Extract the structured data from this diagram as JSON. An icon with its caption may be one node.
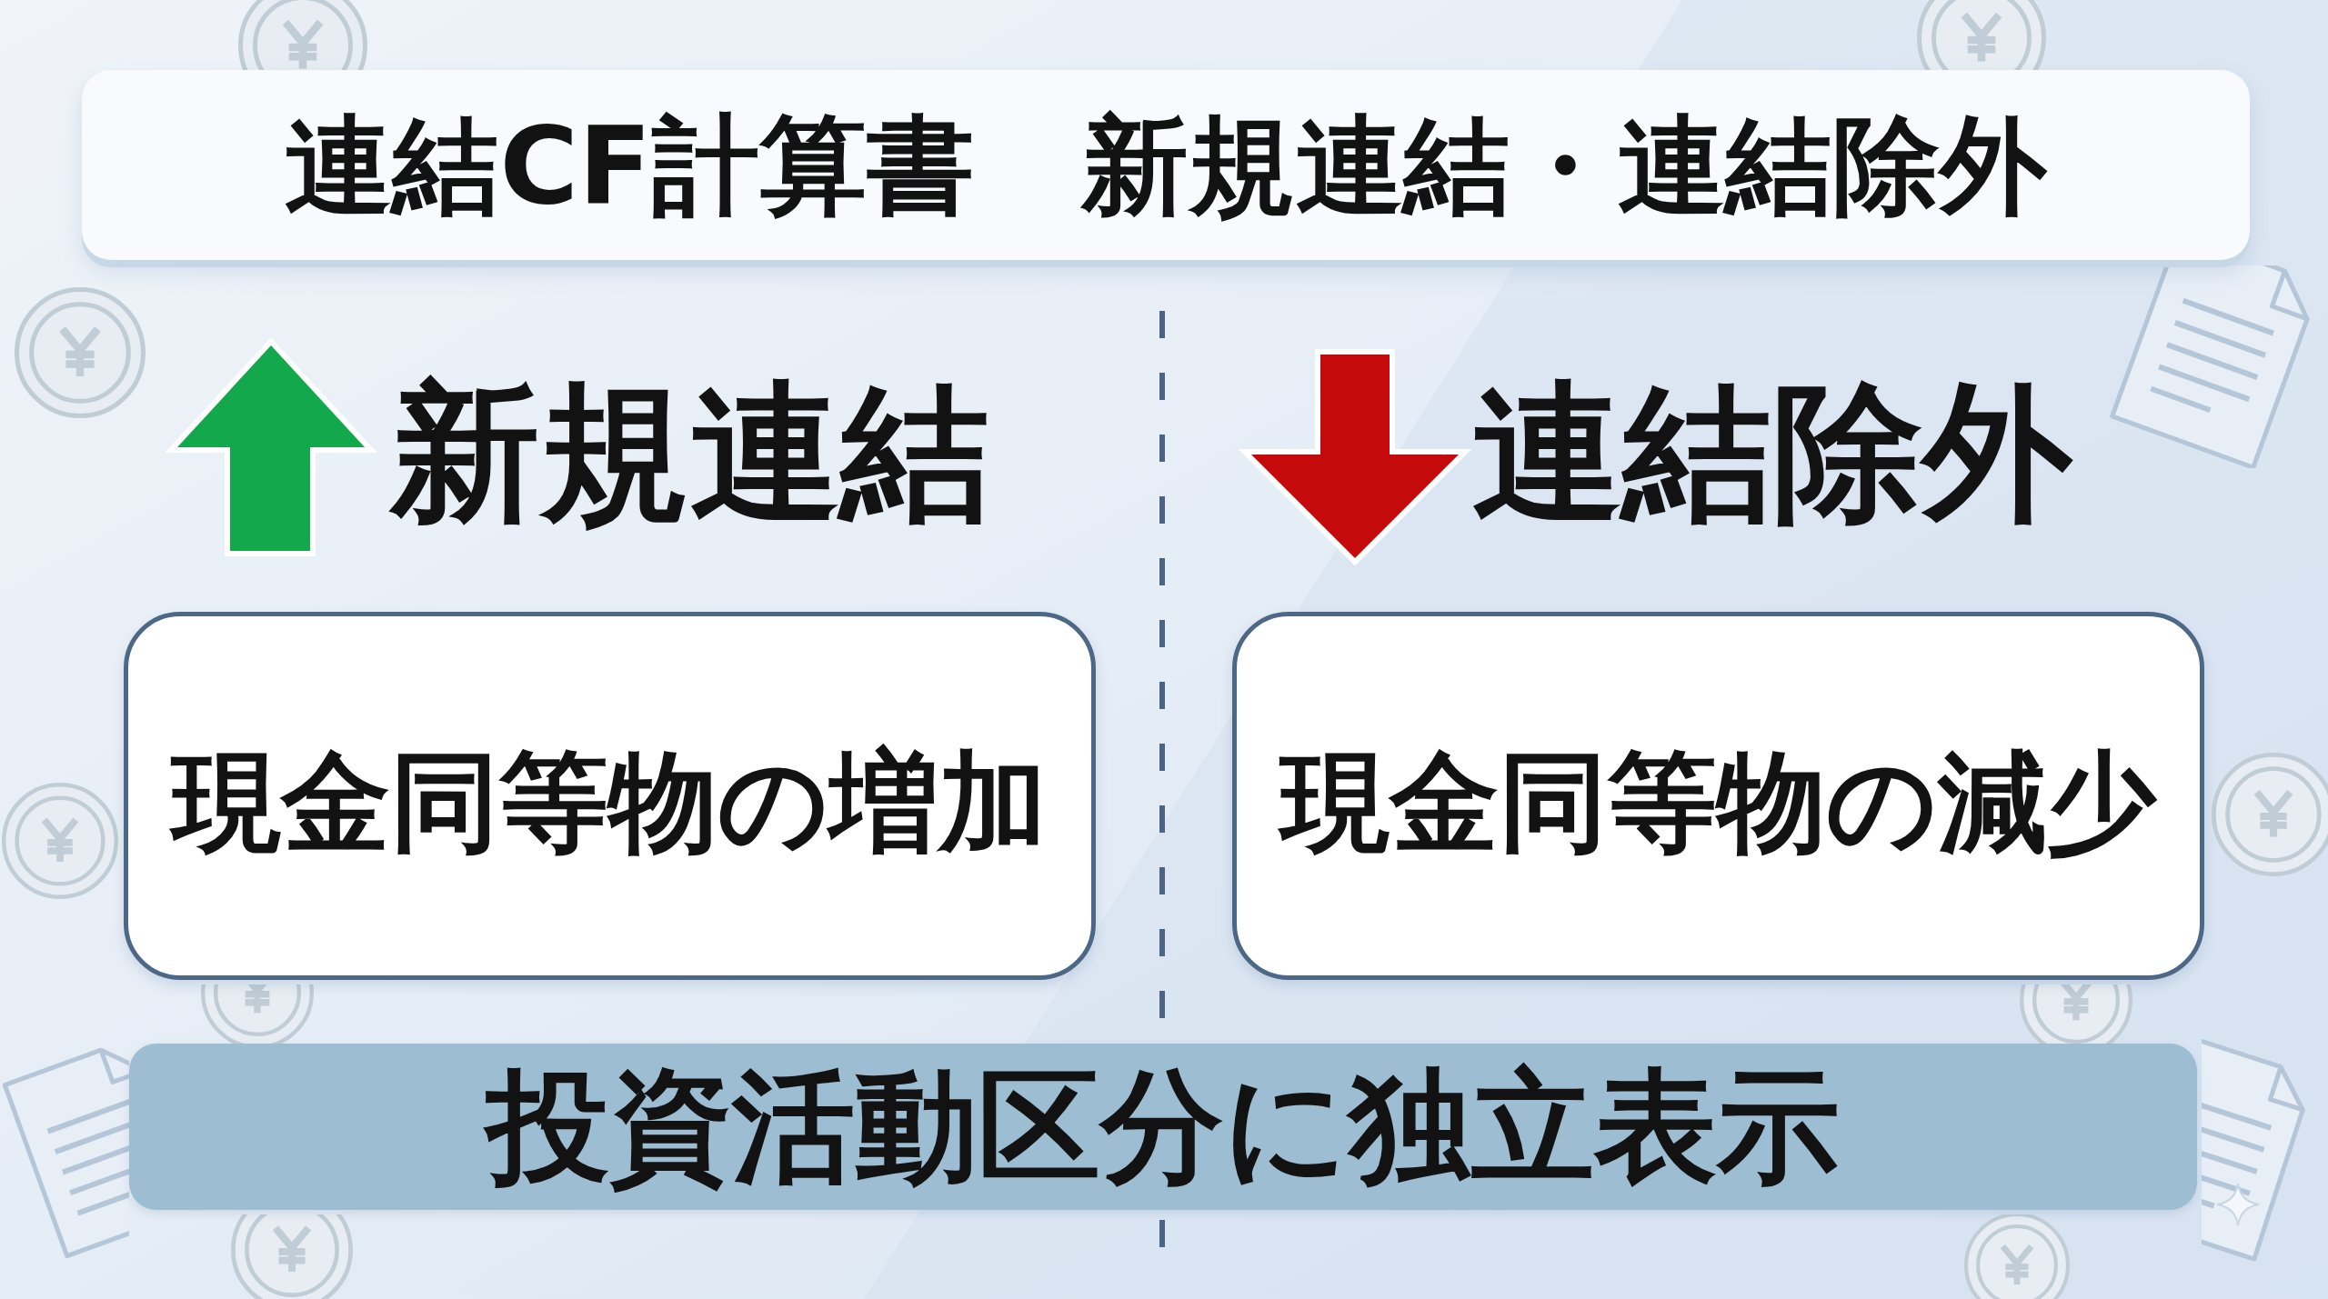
{
  "diagram": {
    "title": "連結CF計算書　新規連結・連結除外",
    "nodes": [
      {
        "text": [
          "新規連結",
          "現金同等物の増加"
        ]
      },
      {
        "text": [
          "連結除外",
          "現金同等物の減少"
        ]
      },
      {
        "text": [
          "投資活動区分に独立表示"
        ]
      }
    ]
  }
}
